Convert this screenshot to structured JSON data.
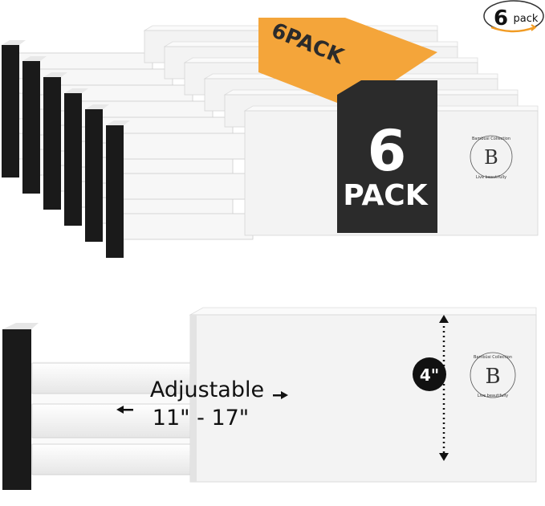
{
  "badge": {
    "number": "6",
    "label": "pack"
  },
  "band": {
    "top_text": "6PACK",
    "number": "6",
    "word": "PACK"
  },
  "logo": {
    "name": "Bambüsi Collection",
    "tagline": "Live beautifully",
    "monogram": "B"
  },
  "size": {
    "height_label": "4\""
  },
  "adjust": {
    "title": "Adjustable",
    "range": "11\" - 17\""
  },
  "colors": {
    "orange": "#f4a53a",
    "band": "#2b2b2b",
    "body": "#f3f3f3",
    "cap": "#1a1a1a"
  }
}
